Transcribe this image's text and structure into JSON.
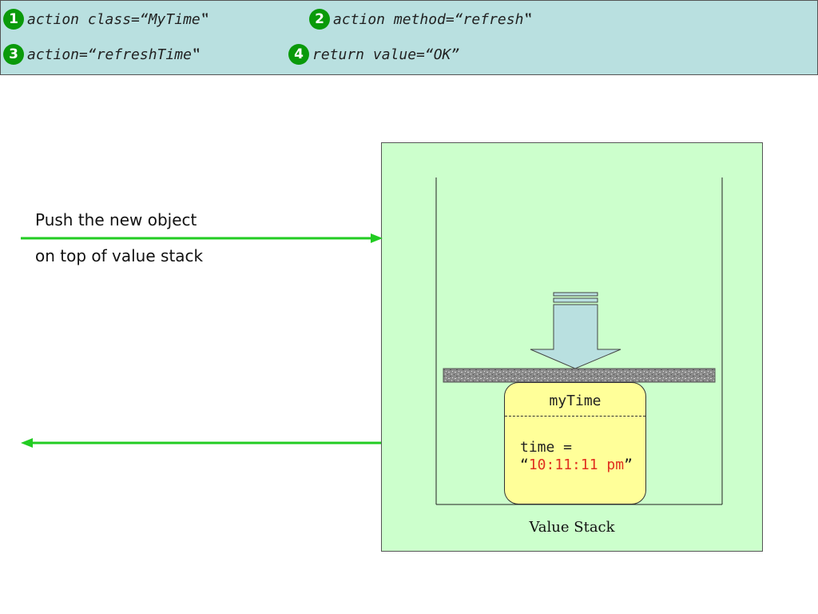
{
  "header": {
    "steps": [
      {
        "num": "1",
        "code": "action class=“MyTime‟"
      },
      {
        "num": "2",
        "code": "action method=“refresh‟"
      },
      {
        "num": "3",
        "code": "action=“refreshTime‟"
      },
      {
        "num": "4",
        "code": "return value=“OK”"
      }
    ]
  },
  "caption": {
    "line1": "Push the new object",
    "line2": "on top of value stack"
  },
  "stack": {
    "label": "Value Stack",
    "object_name": "myTime",
    "field_prefix": "time =",
    "field_open_quote": "“",
    "field_value": "10:11:11 pm",
    "field_close_quote": "”"
  },
  "colors": {
    "header_bg": "#b9e0e0",
    "step_badge": "#0a9a0a",
    "panel_bg": "#ccffcc",
    "arrow": "#22cc22",
    "object_bg": "#ffff99",
    "value_text": "#e03020",
    "push_arrow_fill": "#b9e0e0"
  }
}
